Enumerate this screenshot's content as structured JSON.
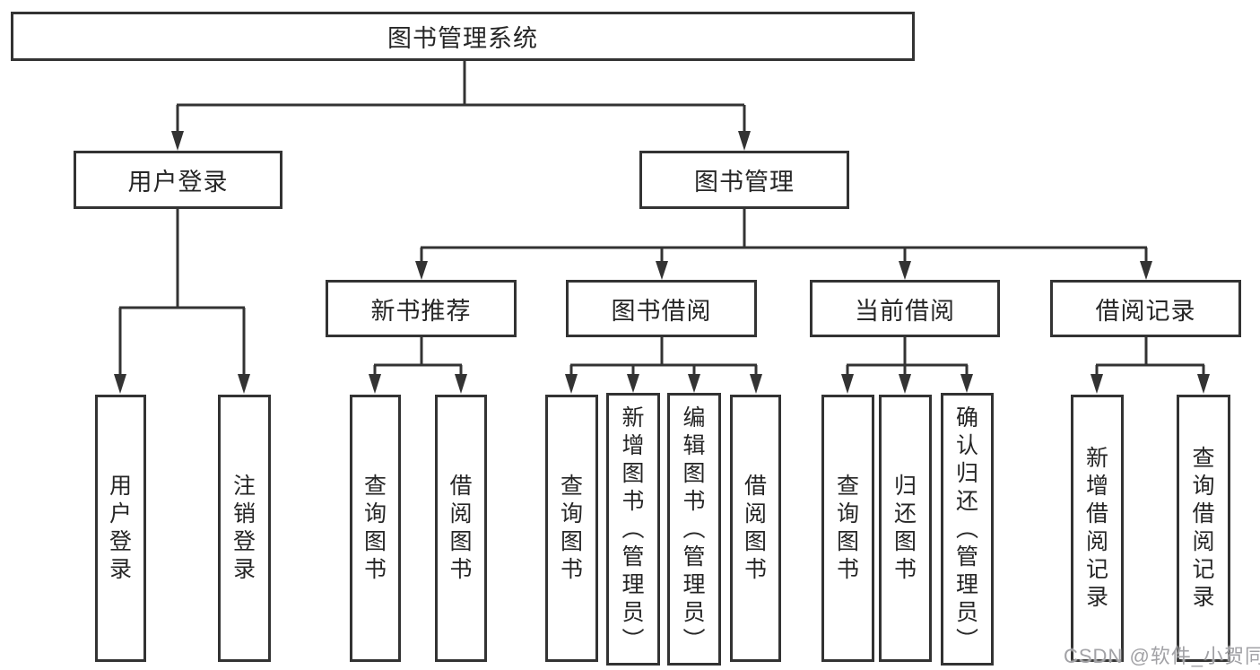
{
  "diagram": {
    "root": {
      "id": "library-management-system",
      "label": "图书管理系统"
    },
    "level2": [
      {
        "id": "user-login",
        "label": "用户登录",
        "parent": "图书管理系统"
      },
      {
        "id": "book-management",
        "label": "图书管理",
        "parent": "图书管理系统"
      }
    ],
    "level3": [
      {
        "id": "new-book-recommend",
        "label": "新书推荐",
        "parent": "图书管理"
      },
      {
        "id": "book-borrowing",
        "label": "图书借阅",
        "parent": "图书管理"
      },
      {
        "id": "current-borrowing",
        "label": "当前借阅",
        "parent": "图书管理"
      },
      {
        "id": "borrow-records",
        "label": "借阅记录",
        "parent": "图书管理"
      }
    ],
    "leaves": [
      {
        "id": "leaf-user-login",
        "label": "用户登录",
        "parent": "用户登录"
      },
      {
        "id": "leaf-logout",
        "label": "注销登录",
        "parent": "用户登录"
      },
      {
        "id": "leaf-nb-query-books",
        "label": "查询图书",
        "parent": "新书推荐"
      },
      {
        "id": "leaf-nb-borrow-books",
        "label": "借阅图书",
        "parent": "新书推荐"
      },
      {
        "id": "leaf-bb-query-books",
        "label": "查询图书",
        "parent": "图书借阅"
      },
      {
        "id": "leaf-bb-add-books",
        "label": "新增图书（管理员）",
        "parent": "图书借阅"
      },
      {
        "id": "leaf-bb-edit-books",
        "label": "编辑图书（管理员）",
        "parent": "图书借阅"
      },
      {
        "id": "leaf-bb-borrow-books",
        "label": "借阅图书",
        "parent": "图书借阅"
      },
      {
        "id": "leaf-cb-query-books",
        "label": "查询图书",
        "parent": "当前借阅"
      },
      {
        "id": "leaf-cb-return-books",
        "label": "归还图书",
        "parent": "当前借阅"
      },
      {
        "id": "leaf-cb-confirm-return",
        "label": "确认归还（管理员）",
        "parent": "当前借阅"
      },
      {
        "id": "leaf-br-add-record",
        "label": "新增借阅记录",
        "parent": "借阅记录"
      },
      {
        "id": "leaf-br-query-record",
        "label": "查询借阅记录",
        "parent": "借阅记录"
      }
    ],
    "watermark": "CSDN @软件_小贺同学",
    "colors": {
      "line": "#333333",
      "box_border": "#333333",
      "text": "#262626",
      "background": "#ffffff",
      "watermark": "#a2a2a6"
    }
  }
}
